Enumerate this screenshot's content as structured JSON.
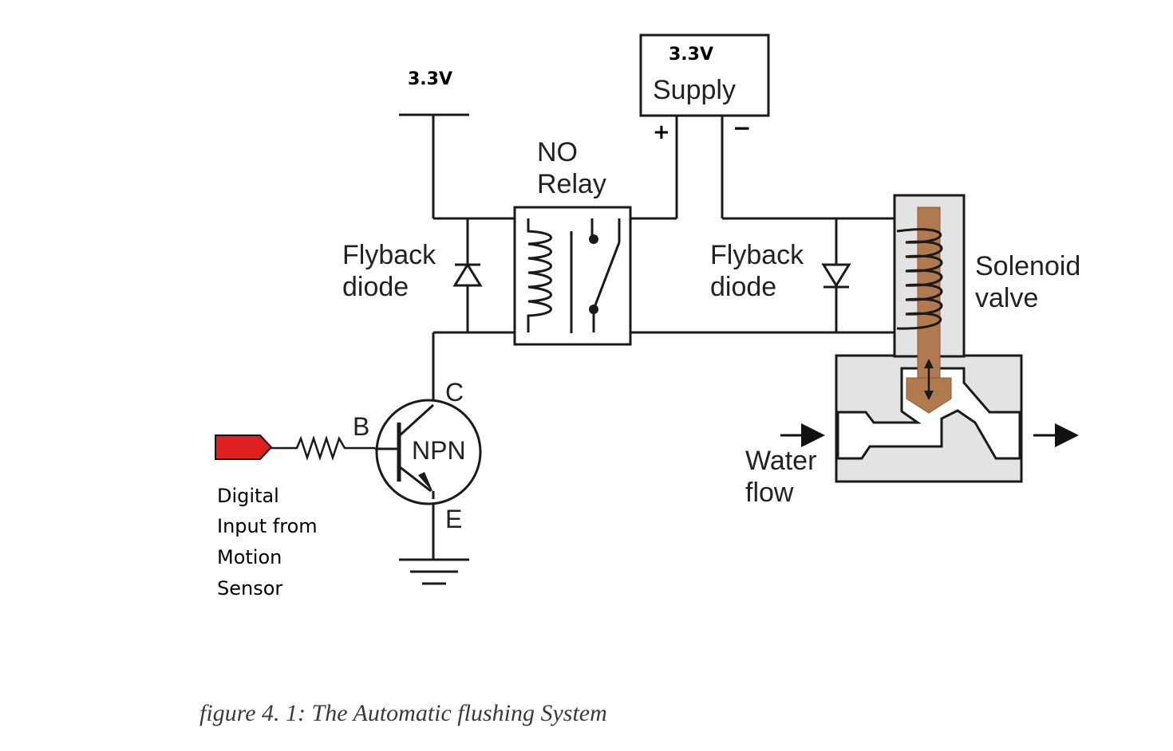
{
  "diagram": {
    "vcc_label": "3.3V",
    "supply": {
      "voltage": "3.3V",
      "label": "Supply",
      "plus": "+",
      "minus": "−"
    },
    "relay": {
      "line1": "NO",
      "line2": "Relay"
    },
    "flyback_left": {
      "line1": "Flyback",
      "line2": "diode"
    },
    "flyback_right": {
      "line1": "Flyback",
      "line2": "diode"
    },
    "solenoid": {
      "line1": "Solenoid",
      "line2": "valve"
    },
    "water": {
      "line1": "Water",
      "line2": "flow"
    },
    "transistor": {
      "type": "NPN",
      "base": "B",
      "collector": "C",
      "emitter": "E"
    },
    "input": {
      "line1": "Digital",
      "line2": "Input from",
      "line3": "Motion",
      "line4": "Sensor"
    },
    "colors": {
      "input_pin": "#e02020",
      "plunger": "#b07a4e",
      "valve_body": "#e3e3e3"
    }
  },
  "caption": "figure 4. 1: The Automatic flushing System"
}
